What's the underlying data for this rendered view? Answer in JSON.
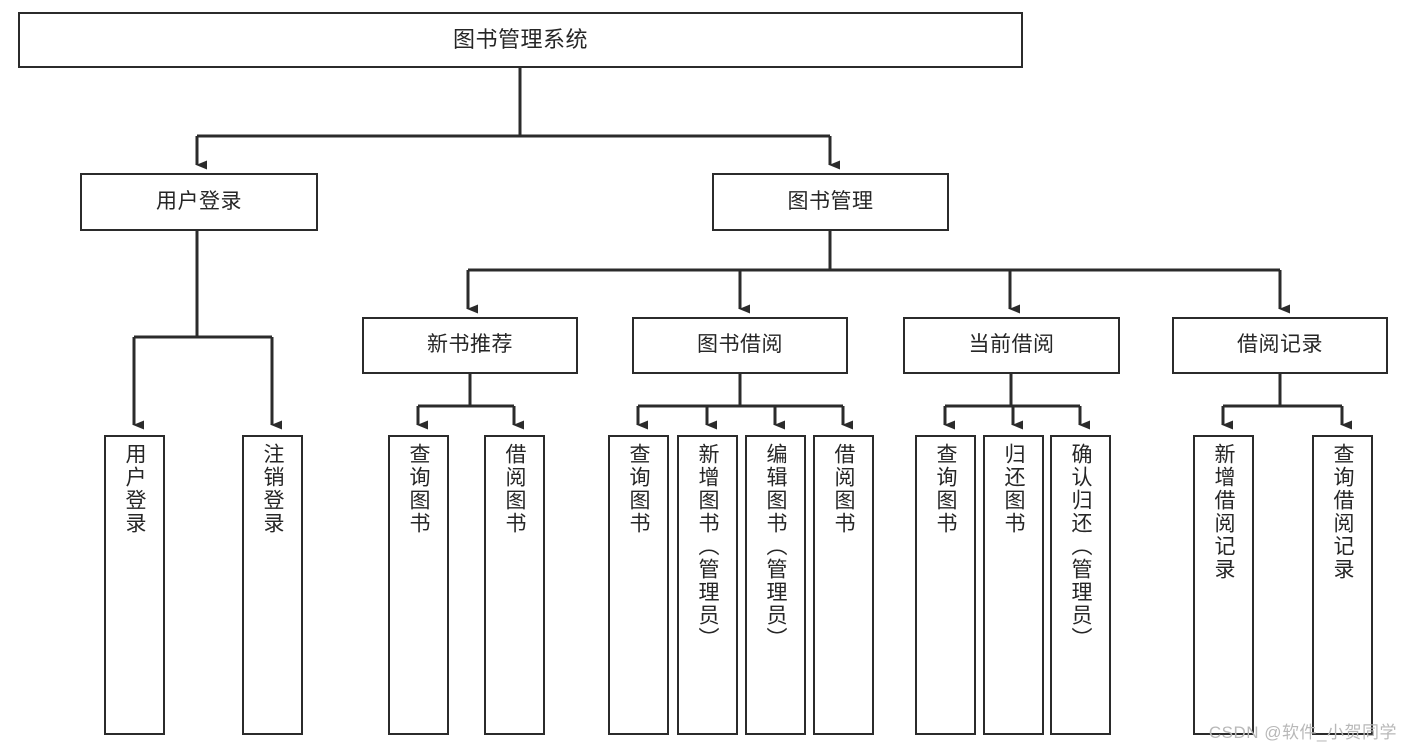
{
  "diagram": {
    "type": "tree",
    "title": "图书管理系统",
    "colors": {
      "box_border": "#2b2b2b",
      "box_fill": "#ffffff",
      "edge": "#2b2b2b",
      "text": "#262626",
      "watermark": "#b8b8b8",
      "background": "#ffffff"
    },
    "root": {
      "label": "图书管理系统"
    },
    "level1": [
      {
        "label": "用户登录"
      },
      {
        "label": "图书管理"
      }
    ],
    "level2": [
      {
        "label": "新书推荐"
      },
      {
        "label": "图书借阅"
      },
      {
        "label": "当前借阅"
      },
      {
        "label": "借阅记录"
      }
    ],
    "leaves": {
      "user_login": [
        {
          "label": "用户登录"
        },
        {
          "label": "注销登录"
        }
      ],
      "new_book_recommend": [
        {
          "label": "查询图书"
        },
        {
          "label": "借阅图书"
        }
      ],
      "book_borrow": [
        {
          "label": "查询图书"
        },
        {
          "label": "新增图书（管理员）"
        },
        {
          "label": "编辑图书（管理员）"
        },
        {
          "label": "借阅图书"
        }
      ],
      "current_borrow": [
        {
          "label": "查询图书"
        },
        {
          "label": "归还图书"
        },
        {
          "label": "确认归还（管理员）"
        }
      ],
      "borrow_record": [
        {
          "label": "新增借阅记录"
        },
        {
          "label": "查询借阅记录"
        }
      ]
    }
  },
  "watermark": {
    "text": "CSDN @软件_小贺同学"
  }
}
